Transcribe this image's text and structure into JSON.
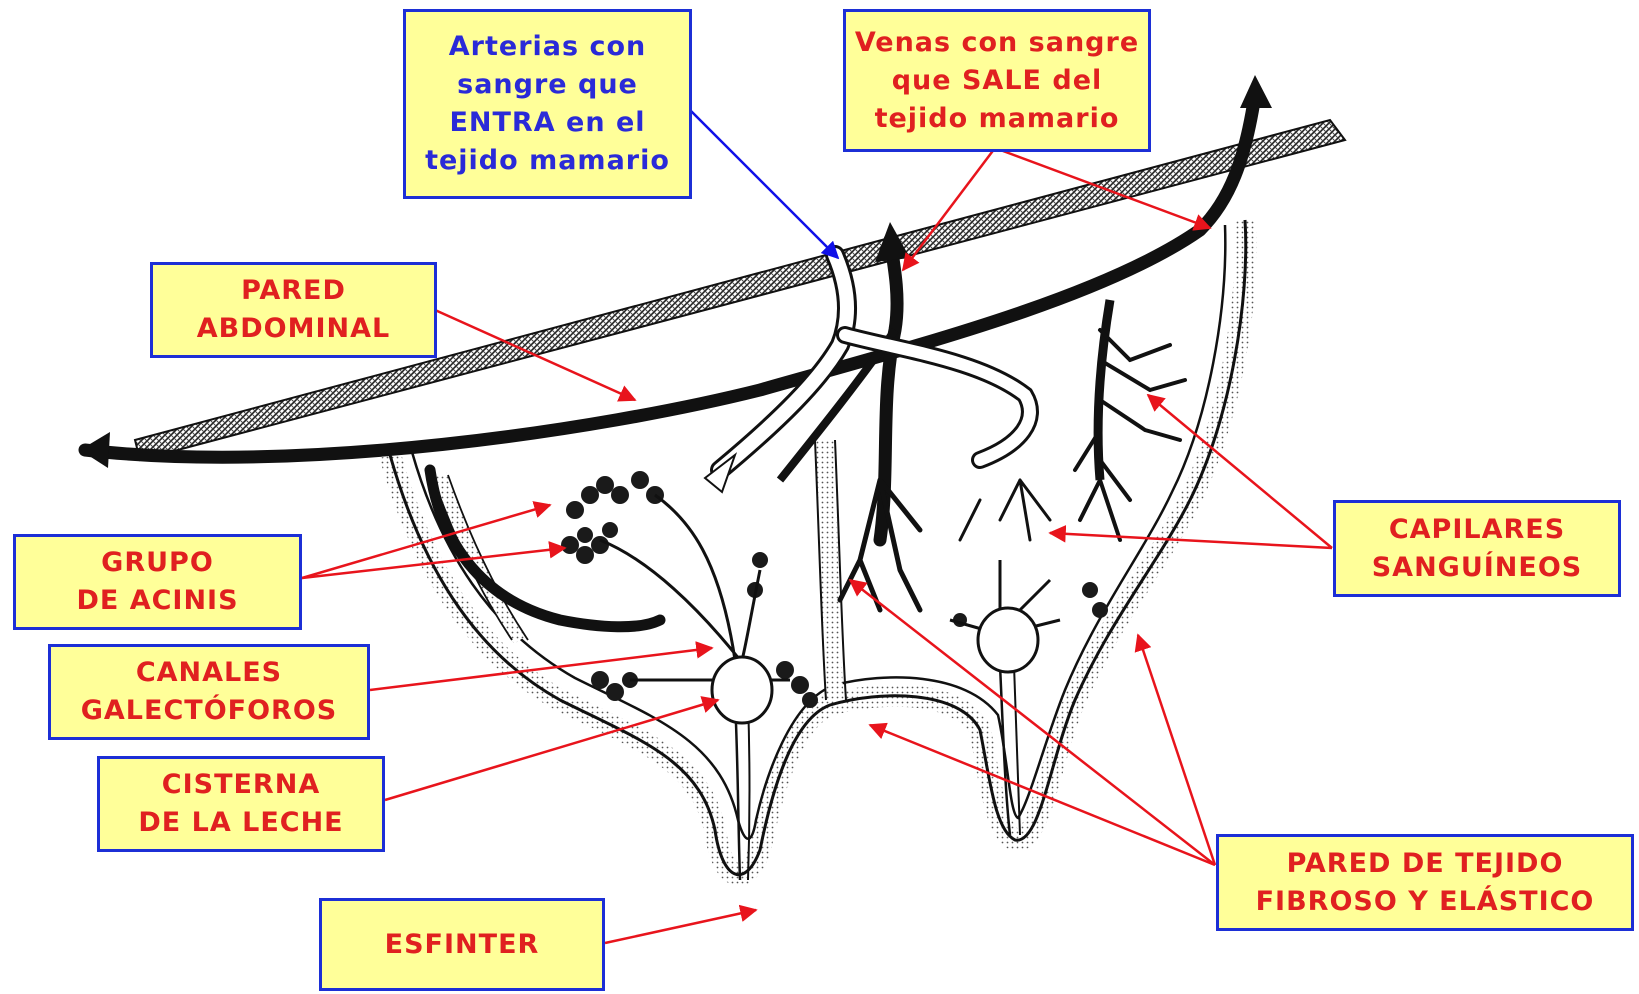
{
  "labels": {
    "arterias": "Arterias con\nsangre que\nENTRA en el\ntejido mamario",
    "venas": "Venas con sangre\nque SALE del\ntejido mamario",
    "pared_abdominal": "PARED\nABDOMINAL",
    "grupo_acinis": "GRUPO\nDE ACINIS",
    "canales": "CANALES\nGALECTÓFOROS",
    "cisterna": "CISTERNA\nDE LA LECHE",
    "esfinter": "ESFINTER",
    "capilares": "CAPILARES\nSANGUÍNEOS",
    "pared_tejido": "PARED DE TEJIDO\nFIBROSO Y ELÁSTICO"
  },
  "colors": {
    "label_fill": "#ffff99",
    "label_border": "#1c2fd6",
    "label_text_red": "#e02020",
    "label_text_blue": "#2a2ad8",
    "arrow_red": "#e8141c",
    "arrow_blue": "#1010e8",
    "ink": "#111111"
  }
}
